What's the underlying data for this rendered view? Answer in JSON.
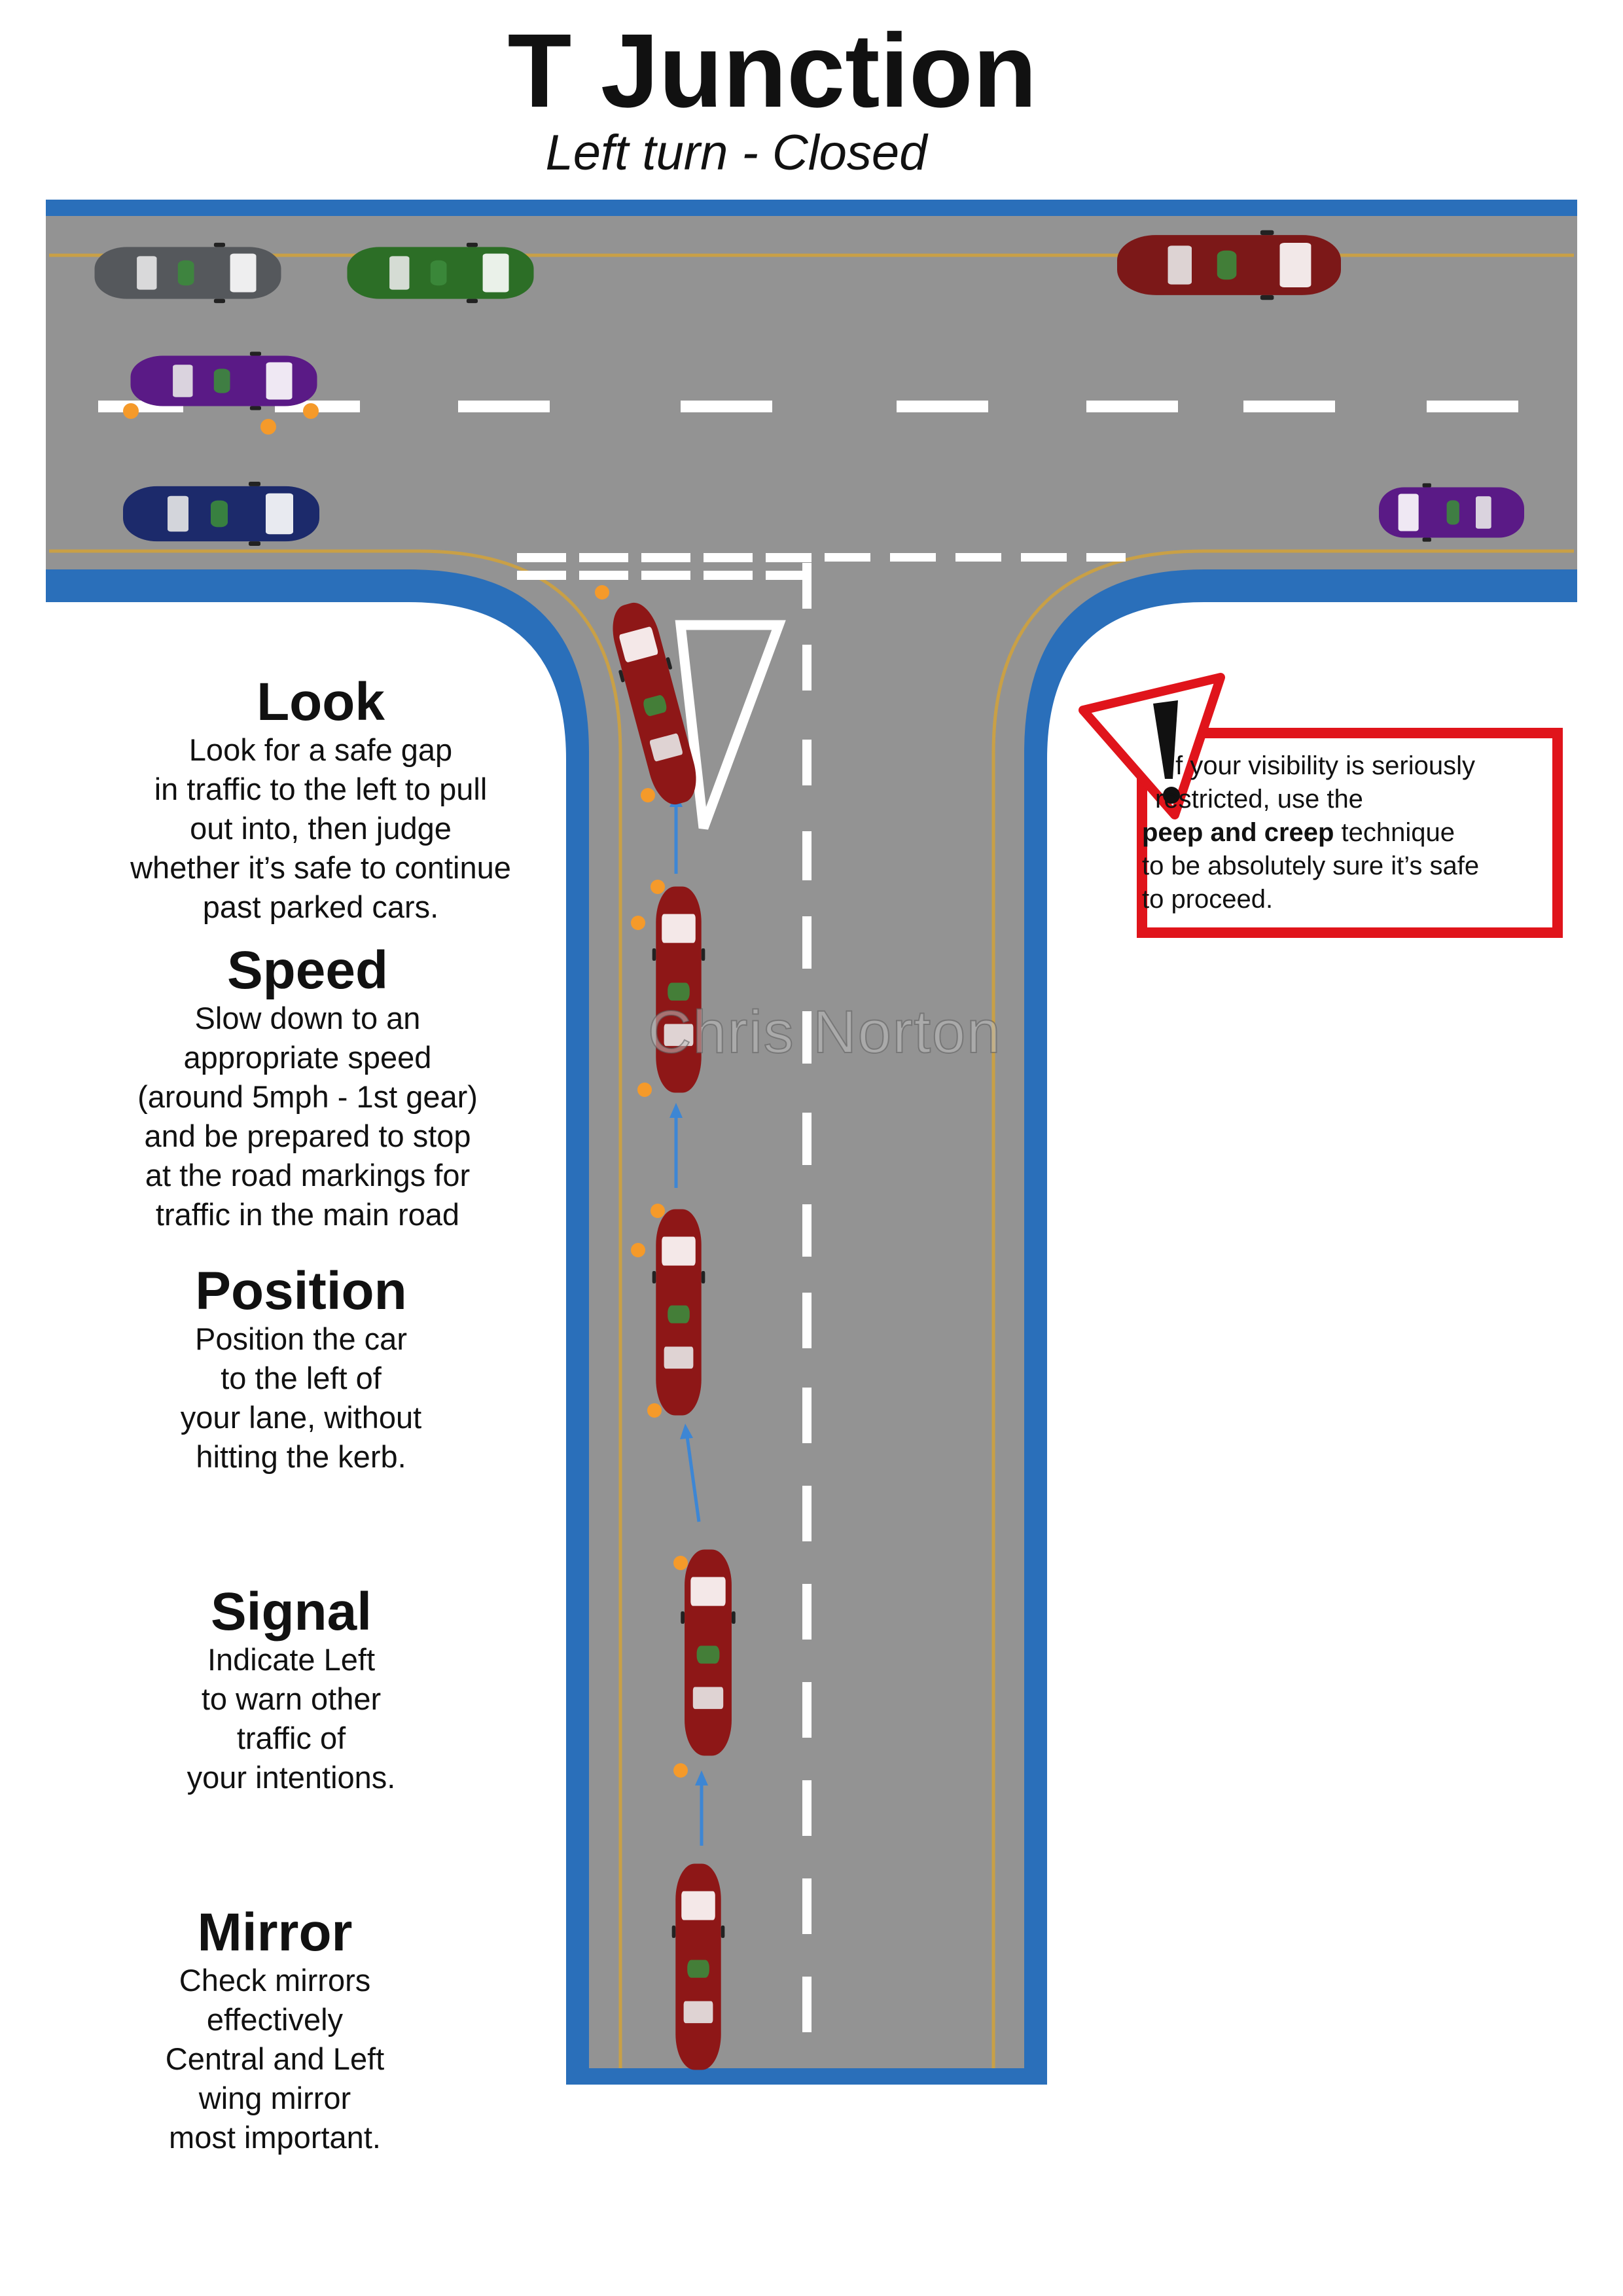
{
  "title": "T Junction",
  "subtitle": "Left turn - Closed",
  "colors": {
    "road": "#939393",
    "kerb": "#2a6fba",
    "centre_line": "#ffffff",
    "edge_line": "#c9a046",
    "warning_red": "#e0141b",
    "ego_car": "#8e1717"
  },
  "steps": [
    {
      "id": "look",
      "heading": "Look",
      "body": "Look for a safe gap\nin traffic to the left to pull\nout into, then judge\nwhether it’s safe to continue\npast parked cars."
    },
    {
      "id": "speed",
      "heading": "Speed",
      "body": "Slow down to an\nappropriate speed\n(around 5mph - 1st gear)\nand be prepared to stop\nat the road markings for\ntraffic in the main road"
    },
    {
      "id": "position",
      "heading": "Position",
      "body": "Position the car\nto the left of\nyour lane, without\nhitting the kerb."
    },
    {
      "id": "signal",
      "heading": "Signal",
      "body": "Indicate Left\nto warn other\ntraffic of\nyour intentions."
    },
    {
      "id": "mirror",
      "heading": "Mirror",
      "body": "Check mirrors\neffectively\nCentral and Left\nwing mirror\nmost important."
    }
  ],
  "warning": {
    "line1": "If your visibility is seriously",
    "line2": "restricted, use the",
    "bold": "peep and creep",
    "after_bold": " technique",
    "line4": "to be absolutely sure it’s safe",
    "line5": "to proceed.",
    "icon": "exclamation-warning-triangle-icon"
  },
  "watermark": "Chris Norton",
  "cars": [
    {
      "id": "parked-grey",
      "color": "#55585c"
    },
    {
      "id": "parked-green",
      "color": "#2c6e26"
    },
    {
      "id": "parked-purple-indicating",
      "color": "#5a1a86"
    },
    {
      "id": "parked-navy",
      "color": "#1c2a6b"
    },
    {
      "id": "traffic-red",
      "color": "#7c1818"
    },
    {
      "id": "traffic-purple",
      "color": "#5a1a86"
    },
    {
      "id": "ego-mirror",
      "color": "#8e1717"
    },
    {
      "id": "ego-signal",
      "color": "#8e1717"
    },
    {
      "id": "ego-position",
      "color": "#8e1717"
    },
    {
      "id": "ego-speed",
      "color": "#8e1717"
    },
    {
      "id": "ego-look",
      "color": "#8e1717"
    }
  ]
}
